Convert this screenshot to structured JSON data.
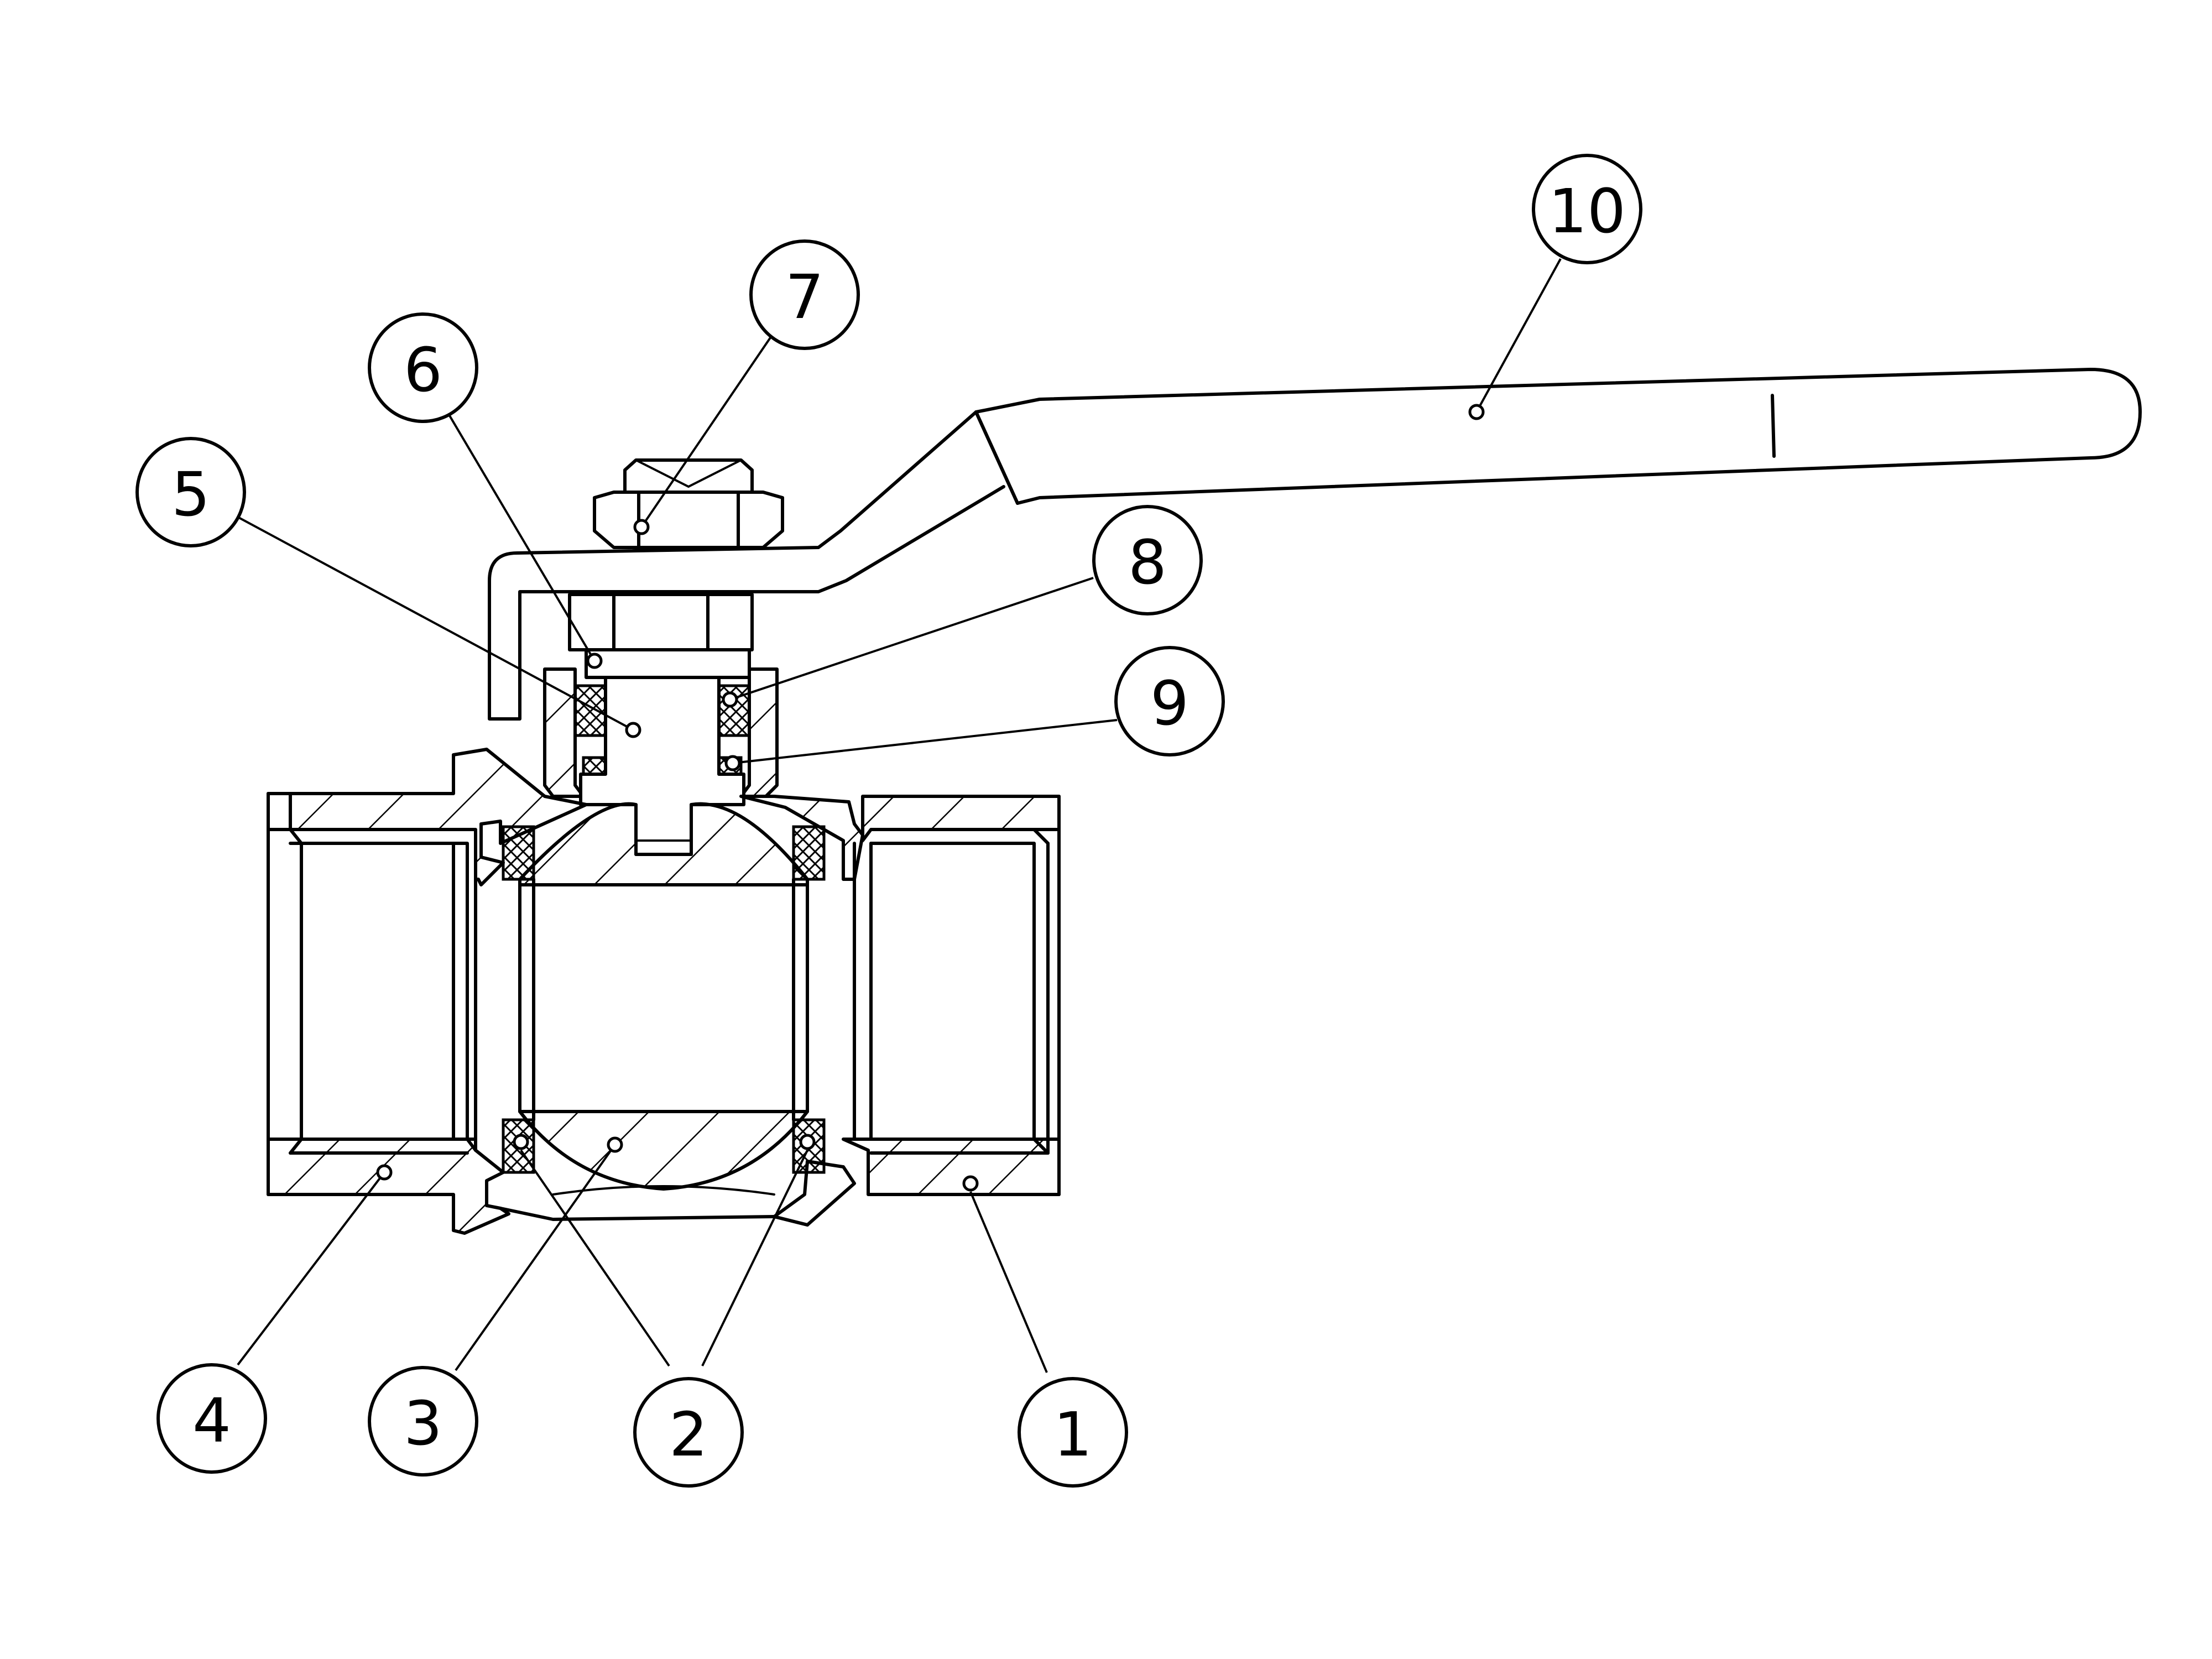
{
  "balloons": [
    {
      "id": "1",
      "label": "1"
    },
    {
      "id": "2",
      "label": "2"
    },
    {
      "id": "3",
      "label": "3"
    },
    {
      "id": "4",
      "label": "4"
    },
    {
      "id": "5",
      "label": "5"
    },
    {
      "id": "6",
      "label": "6"
    },
    {
      "id": "7",
      "label": "7"
    },
    {
      "id": "8",
      "label": "8"
    },
    {
      "id": "9",
      "label": "9"
    },
    {
      "id": "10",
      "label": "10"
    }
  ],
  "handle_mark": "|"
}
